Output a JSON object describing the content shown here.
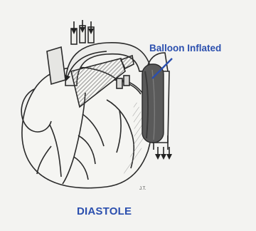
{
  "annotation": {
    "balloon_label": "Balloon Inflated",
    "phase_label": "DIASTOLE",
    "artist_initials": "J.T."
  },
  "colors": {
    "label_blue": "#2b4fae",
    "pointer_blue": "#2b4fae",
    "ink": "#2a2a2a",
    "balloon_fill": "#5a5a5a",
    "paper": "#f3f3f1"
  }
}
